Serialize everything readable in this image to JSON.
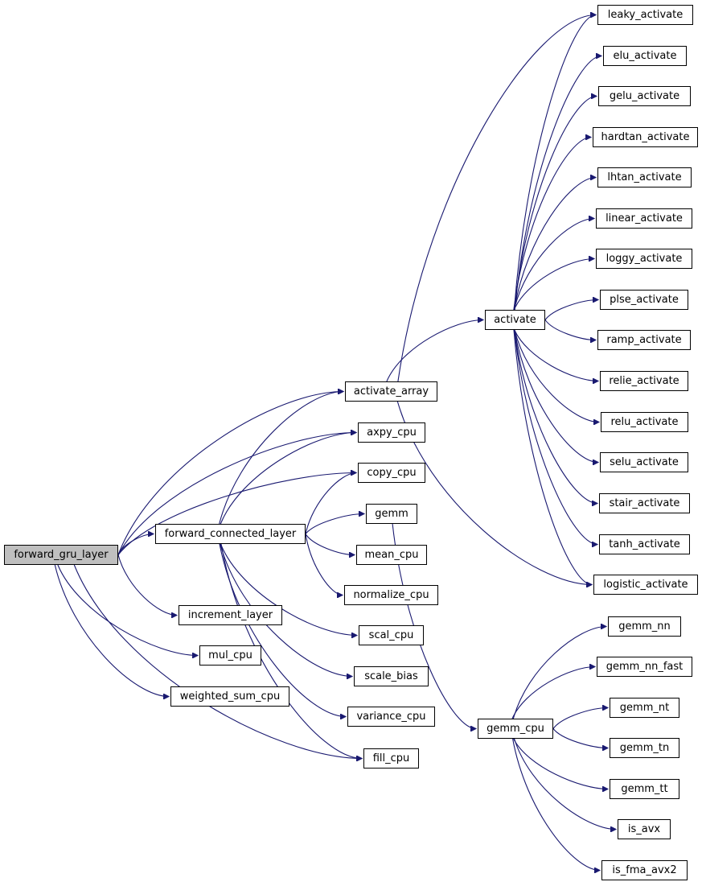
{
  "graph": {
    "type": "call-graph",
    "edge_color": "#191970",
    "root_fill": "#bfbfbf",
    "nodes": [
      {
        "id": "forward_gru_layer",
        "label": "forward_gru_layer"
      },
      {
        "id": "forward_connected_layer",
        "label": "forward_connected_layer"
      },
      {
        "id": "increment_layer",
        "label": "increment_layer"
      },
      {
        "id": "mul_cpu",
        "label": "mul_cpu"
      },
      {
        "id": "weighted_sum_cpu",
        "label": "weighted_sum_cpu"
      },
      {
        "id": "activate_array",
        "label": "activate_array"
      },
      {
        "id": "axpy_cpu",
        "label": "axpy_cpu"
      },
      {
        "id": "copy_cpu",
        "label": "copy_cpu"
      },
      {
        "id": "gemm",
        "label": "gemm"
      },
      {
        "id": "mean_cpu",
        "label": "mean_cpu"
      },
      {
        "id": "normalize_cpu",
        "label": "normalize_cpu"
      },
      {
        "id": "scal_cpu",
        "label": "scal_cpu"
      },
      {
        "id": "scale_bias",
        "label": "scale_bias"
      },
      {
        "id": "variance_cpu",
        "label": "variance_cpu"
      },
      {
        "id": "fill_cpu",
        "label": "fill_cpu"
      },
      {
        "id": "activate",
        "label": "activate"
      },
      {
        "id": "gemm_cpu",
        "label": "gemm_cpu"
      },
      {
        "id": "leaky_activate",
        "label": "leaky_activate"
      },
      {
        "id": "elu_activate",
        "label": "elu_activate"
      },
      {
        "id": "gelu_activate",
        "label": "gelu_activate"
      },
      {
        "id": "hardtan_activate",
        "label": "hardtan_activate"
      },
      {
        "id": "lhtan_activate",
        "label": "lhtan_activate"
      },
      {
        "id": "linear_activate",
        "label": "linear_activate"
      },
      {
        "id": "loggy_activate",
        "label": "loggy_activate"
      },
      {
        "id": "plse_activate",
        "label": "plse_activate"
      },
      {
        "id": "ramp_activate",
        "label": "ramp_activate"
      },
      {
        "id": "relie_activate",
        "label": "relie_activate"
      },
      {
        "id": "relu_activate",
        "label": "relu_activate"
      },
      {
        "id": "selu_activate",
        "label": "selu_activate"
      },
      {
        "id": "stair_activate",
        "label": "stair_activate"
      },
      {
        "id": "tanh_activate",
        "label": "tanh_activate"
      },
      {
        "id": "logistic_activate",
        "label": "logistic_activate"
      },
      {
        "id": "gemm_nn",
        "label": "gemm_nn"
      },
      {
        "id": "gemm_nn_fast",
        "label": "gemm_nn_fast"
      },
      {
        "id": "gemm_nt",
        "label": "gemm_nt"
      },
      {
        "id": "gemm_tn",
        "label": "gemm_tn"
      },
      {
        "id": "gemm_tt",
        "label": "gemm_tt"
      },
      {
        "id": "is_avx",
        "label": "is_avx"
      },
      {
        "id": "is_fma_avx2",
        "label": "is_fma_avx2"
      }
    ],
    "edges": [
      {
        "from": "forward_gru_layer",
        "to": "forward_connected_layer"
      },
      {
        "from": "forward_gru_layer",
        "to": "activate_array"
      },
      {
        "from": "forward_gru_layer",
        "to": "axpy_cpu"
      },
      {
        "from": "forward_gru_layer",
        "to": "copy_cpu"
      },
      {
        "from": "forward_gru_layer",
        "to": "fill_cpu"
      },
      {
        "from": "forward_gru_layer",
        "to": "increment_layer"
      },
      {
        "from": "forward_gru_layer",
        "to": "mul_cpu"
      },
      {
        "from": "forward_gru_layer",
        "to": "weighted_sum_cpu"
      },
      {
        "from": "forward_connected_layer",
        "to": "activate_array"
      },
      {
        "from": "forward_connected_layer",
        "to": "axpy_cpu"
      },
      {
        "from": "forward_connected_layer",
        "to": "copy_cpu"
      },
      {
        "from": "forward_connected_layer",
        "to": "gemm"
      },
      {
        "from": "forward_connected_layer",
        "to": "mean_cpu"
      },
      {
        "from": "forward_connected_layer",
        "to": "normalize_cpu"
      },
      {
        "from": "forward_connected_layer",
        "to": "scal_cpu"
      },
      {
        "from": "forward_connected_layer",
        "to": "scale_bias"
      },
      {
        "from": "forward_connected_layer",
        "to": "variance_cpu"
      },
      {
        "from": "forward_connected_layer",
        "to": "fill_cpu"
      },
      {
        "from": "activate_array",
        "to": "activate"
      },
      {
        "from": "activate_array",
        "to": "leaky_activate"
      },
      {
        "from": "activate_array",
        "to": "logistic_activate"
      },
      {
        "from": "gemm",
        "to": "gemm_cpu"
      },
      {
        "from": "activate",
        "to": "leaky_activate"
      },
      {
        "from": "activate",
        "to": "elu_activate"
      },
      {
        "from": "activate",
        "to": "gelu_activate"
      },
      {
        "from": "activate",
        "to": "hardtan_activate"
      },
      {
        "from": "activate",
        "to": "lhtan_activate"
      },
      {
        "from": "activate",
        "to": "linear_activate"
      },
      {
        "from": "activate",
        "to": "loggy_activate"
      },
      {
        "from": "activate",
        "to": "plse_activate"
      },
      {
        "from": "activate",
        "to": "ramp_activate"
      },
      {
        "from": "activate",
        "to": "relie_activate"
      },
      {
        "from": "activate",
        "to": "relu_activate"
      },
      {
        "from": "activate",
        "to": "selu_activate"
      },
      {
        "from": "activate",
        "to": "stair_activate"
      },
      {
        "from": "activate",
        "to": "tanh_activate"
      },
      {
        "from": "activate",
        "to": "logistic_activate"
      },
      {
        "from": "gemm_cpu",
        "to": "gemm_nn"
      },
      {
        "from": "gemm_cpu",
        "to": "gemm_nn_fast"
      },
      {
        "from": "gemm_cpu",
        "to": "gemm_nt"
      },
      {
        "from": "gemm_cpu",
        "to": "gemm_tn"
      },
      {
        "from": "gemm_cpu",
        "to": "gemm_tt"
      },
      {
        "from": "gemm_cpu",
        "to": "is_avx"
      },
      {
        "from": "gemm_cpu",
        "to": "is_fma_avx2"
      }
    ]
  }
}
